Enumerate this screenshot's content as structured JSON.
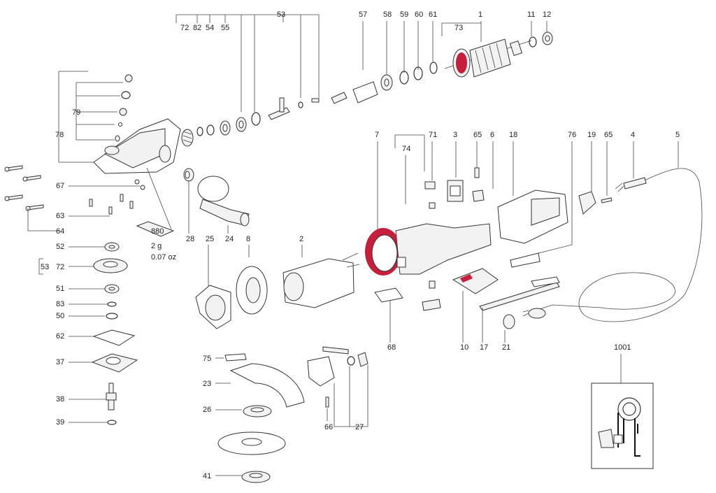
{
  "labels": {
    "n53": "53",
    "n72": "72",
    "n82": "82",
    "n54": "54",
    "n55": "55",
    "n57": "57",
    "n58": "58",
    "n59": "59",
    "n60": "60",
    "n61": "61",
    "n1": "1",
    "n73": "73",
    "n11": "11",
    "n12": "12",
    "n78": "78",
    "n79": "79",
    "n67": "67",
    "n63": "63",
    "n64": "64",
    "n880": "880",
    "n28": "28",
    "n24": "24",
    "n25": "25",
    "n8": "8",
    "n2": "2",
    "n7": "7",
    "n71": "71",
    "n74": "74",
    "n3": "3",
    "n65a": "65",
    "n6": "6",
    "n18": "18",
    "n76": "76",
    "n19": "19",
    "n65b": "65",
    "n4": "4",
    "n5": "5",
    "n52": "52",
    "n53b": "53",
    "n72b": "72",
    "n51": "51",
    "n83": "83",
    "n50": "50",
    "n62": "62",
    "n37": "37",
    "n38": "38",
    "n39": "39",
    "n75": "75",
    "n23": "23",
    "n26": "26",
    "n41": "41",
    "n66": "66",
    "n27": "27",
    "n68": "68",
    "n10": "10",
    "n17": "17",
    "n21": "21",
    "n1001": "1001"
  },
  "weight_g": "2 g",
  "weight_oz": "0.07 oz",
  "colors": {
    "accent": "#c71e3b",
    "line": "#333333"
  }
}
